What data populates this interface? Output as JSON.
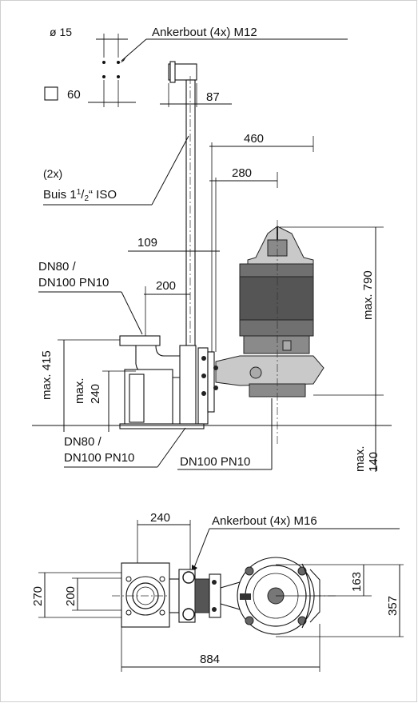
{
  "side_view": {
    "hole_diameter": "ø 15",
    "anchor_bolt_top": "Ankerbout (4x) M12",
    "square_size": "60",
    "dim_87": "87",
    "dim_460": "460",
    "dim_280": "280",
    "pipe_count": "(2x)",
    "pipe_label": "Buis 1",
    "pipe_frac_num": "1",
    "pipe_frac_den": "2",
    "pipe_suffix": "“ ISO",
    "dim_109": "109",
    "dn_top_line1": "DN80 /",
    "dn_top_line2": "DN100 PN10",
    "dim_200": "200",
    "max_790": "max. 790",
    "max_415": "max. 415",
    "max_240_a": "max.",
    "max_240_b": "240",
    "dn_bottom_line1": "DN80 /",
    "dn_bottom_line2": "DN100 PN10",
    "dn_outlet": "DN100 PN10",
    "max_140_a": "max.",
    "max_140_b": "140"
  },
  "top_view": {
    "dim_240": "240",
    "anchor_bolt_bottom": "Ankerbout (4x) M16",
    "dim_270": "270",
    "dim_200": "200",
    "dim_163": "163",
    "dim_357": "357",
    "dim_884": "884"
  }
}
